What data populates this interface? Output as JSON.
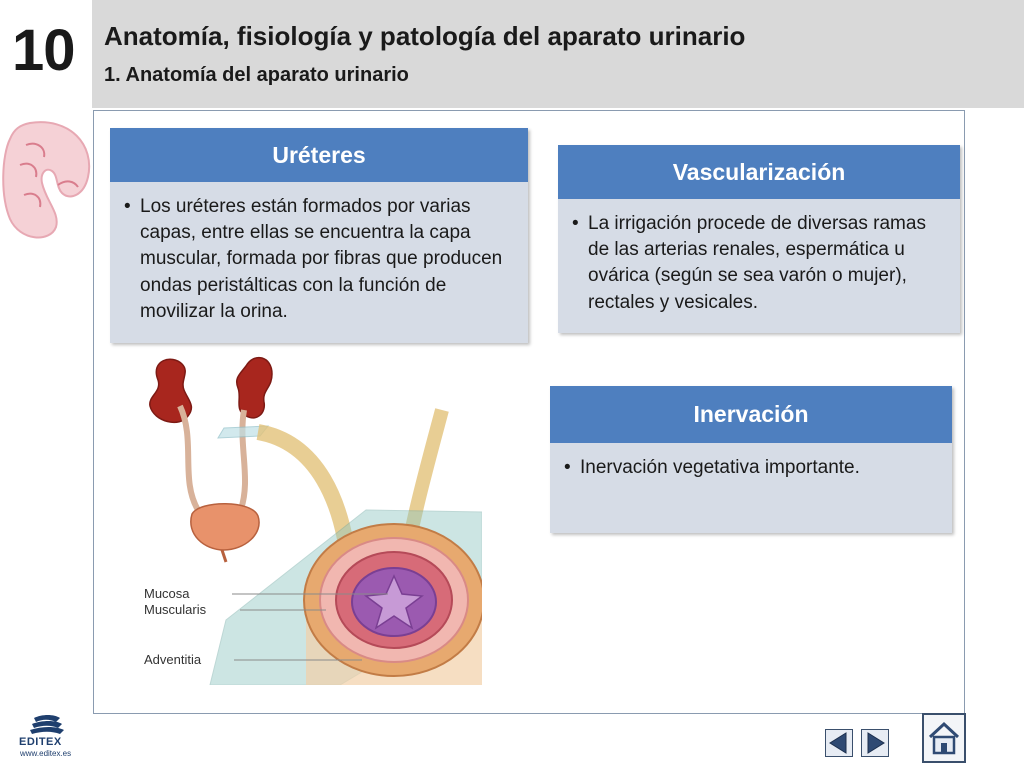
{
  "header": {
    "chapter_number": "10",
    "title": "Anatomía, fisiología y patología del aparato urinario",
    "subtitle": "1. Anatomía del aparato urinario"
  },
  "cards": {
    "ureteres": {
      "heading": "Uréteres",
      "bullet": "Los uréteres están formados por varias capas, entre ellas se encuentra la capa muscular, formada por fibras que producen ondas peristálticas con la función de movilizar la orina."
    },
    "vascularizacion": {
      "heading": "Vascularización",
      "bullet": "La irrigación procede de diversas ramas de las arterias renales, espermática u ovárica (según se sea varón o mujer), rectales y vesicales."
    },
    "inervacion": {
      "heading": "Inervación",
      "bullet": "Inervación vegetativa importante."
    }
  },
  "illustration": {
    "labels": {
      "mucosa": "Mucosa",
      "muscularis": "Muscularis",
      "adventitia": "Adventitia"
    }
  },
  "footer": {
    "brand": "EDITEX",
    "url": "www.editex.es",
    "icons": {
      "prev": "triangle-left-icon",
      "next": "triangle-right-icon",
      "home": "home-icon"
    }
  },
  "colors": {
    "header_bg": "#d9d9d9",
    "card_head": "#4e7fbf",
    "card_body": "#d6dce6",
    "brand": "#1f3f6e"
  }
}
